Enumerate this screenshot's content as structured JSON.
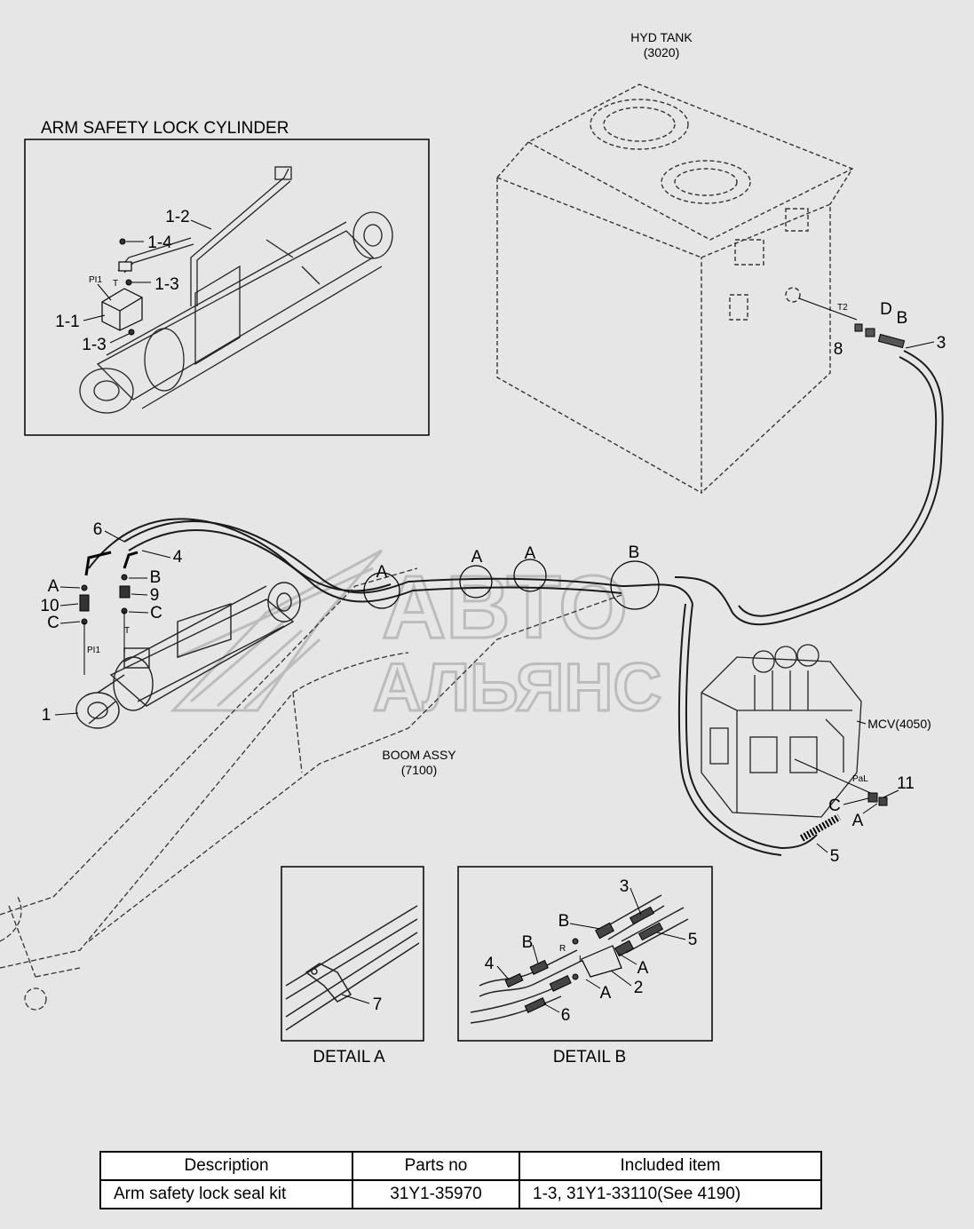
{
  "tank": {
    "title": "HYD TANK",
    "code": "(3020)",
    "port": "T2"
  },
  "inset": {
    "title": "ARM SAFETY LOCK CYLINDER",
    "labels": {
      "l12": "1-2",
      "l14": "1-4",
      "l13a": "1-3",
      "l11": "1-1",
      "l13b": "1-3",
      "pi1": "PI1",
      "t": "T"
    }
  },
  "callouts": {
    "d": "D",
    "b": "B",
    "n8": "8",
    "n3": "3",
    "n6": "6",
    "n4": "4",
    "a": "A",
    "n10": "10",
    "c": "C",
    "n9": "9",
    "n1": "1",
    "pi1": "PI1",
    "t": "T",
    "n11": "11",
    "n5": "5",
    "pal": "PaL"
  },
  "circles": {
    "a1": "A",
    "a2": "A",
    "a3": "A",
    "b1": "B"
  },
  "boom": {
    "title": "BOOM ASSY",
    "code": "(7100)"
  },
  "mcv": {
    "title": "MCV(4050)"
  },
  "watermark": {
    "line1": "АВТО",
    "line2": "АЛЬЯНС"
  },
  "detail_a": {
    "caption": "DETAIL  A",
    "n7": "7"
  },
  "detail_b": {
    "caption": "DETAIL  B",
    "labels": {
      "n3": "3",
      "b1": "B",
      "b2": "B",
      "n5": "5",
      "n4": "4",
      "r": "R",
      "l": "L",
      "a1": "A",
      "a2": "A",
      "n2": "2",
      "n6": "6"
    }
  },
  "table": {
    "headers": [
      "Description",
      "Parts no",
      "Included item"
    ],
    "rows": [
      [
        "Arm safety lock seal kit",
        "31Y1-35970",
        "1-3, 31Y1-33110(See 4190)"
      ]
    ]
  }
}
